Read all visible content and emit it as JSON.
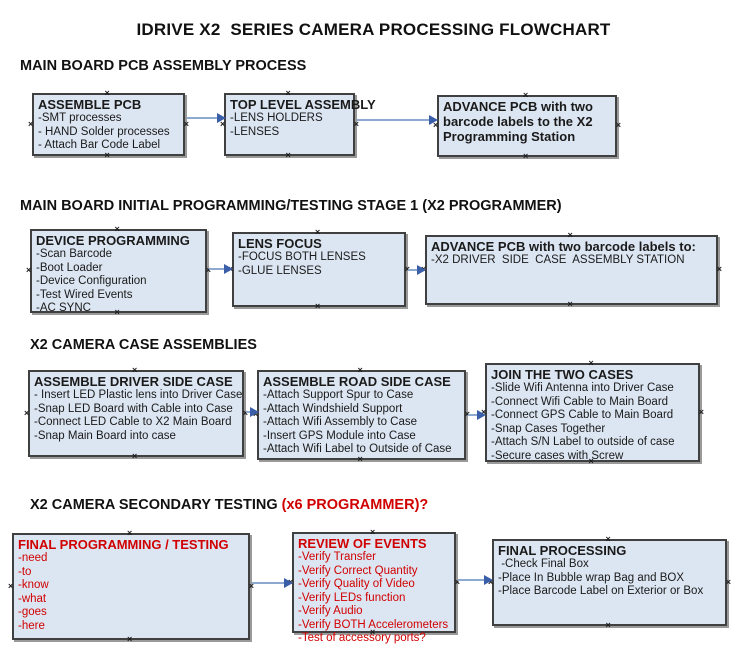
{
  "page_title": "IDRIVE X2  SERIES CAMERA PROCESSING FLOWCHART",
  "icons": {
    "connector_handle_glyph": "×",
    "arrow_icon": "right-arrow"
  },
  "colors": {
    "box_fill": "#dce6f2",
    "box_border": "#404040",
    "arrow_line": "#8ea9cf",
    "arrow_head": "#3b5ea9",
    "red_text": "#d10000",
    "text": "#1a1a1a",
    "background": "#ffffff"
  },
  "sections": [
    {
      "heading": "MAIN BOARD PCB ASSEMBLY PROCESS",
      "boxes": [
        {
          "title": "ASSEMBLE PCB",
          "lines": [
            "-SMT processes",
            "- HAND Solder processes",
            "- Attach Bar Code Label"
          ]
        },
        {
          "title": "TOP LEVEL ASSEMBLY",
          "lines": [
            "-LENS HOLDERS",
            "-LENSES"
          ]
        },
        {
          "title": "ADVANCE PCB with two barcode labels to the  X2 Programming Station",
          "lines": []
        }
      ]
    },
    {
      "heading": "MAIN BOARD INITIAL PROGRAMMING/TESTING STAGE 1 (X2 PROGRAMMER)",
      "boxes": [
        {
          "title": "DEVICE PROGRAMMING",
          "lines": [
            "-Scan Barcode",
            "-Boot Loader",
            "-Device Configuration",
            "-Test Wired Events",
            "-AC SYNC"
          ]
        },
        {
          "title": "LENS FOCUS",
          "lines": [
            "-FOCUS BOTH LENSES",
            "-GLUE LENSES"
          ]
        },
        {
          "title": "ADVANCE PCB with two barcode labels to:",
          "lines": [
            "-X2 DRIVER  SIDE  CASE  ASSEMBLY STATION"
          ]
        }
      ]
    },
    {
      "heading": "X2 CAMERA CASE ASSEMBLIES",
      "boxes": [
        {
          "title": "ASSEMBLE DRIVER SIDE CASE",
          "lines": [
            "- Insert LED Plastic lens into Driver Case",
            "-Snap LED Board with Cable into Case",
            "-Connect LED Cable to X2 Main Board",
            "-Snap Main Board into case"
          ]
        },
        {
          "title": "ASSEMBLE ROAD SIDE CASE",
          "lines": [
            "-Attach Support Spur to Case",
            "-Attach Windshield Support",
            "-Attach Wifi Assembly to Case",
            "-Insert GPS Module into Case",
            "-Attach Wifi Label to Outside of Case"
          ]
        },
        {
          "title": "JOIN THE TWO CASES",
          "lines": [
            "-Slide Wifi Antenna into Driver Case",
            "-Connect Wifi Cable to Main Board",
            "-Connect GPS Cable to Main Board",
            "-Snap Cases Together",
            "-Attach S/N Label to outside of case",
            "-Secure cases with Screw"
          ]
        }
      ]
    },
    {
      "heading": "X2 CAMERA SECONDARY TESTING ",
      "heading_suffix": "(x6 PROGRAMMER)?",
      "boxes": [
        {
          "title": "FINAL PROGRAMMING / TESTING",
          "lines": [
            "-need",
            "-to",
            "-know",
            "-what",
            "-goes",
            "-here"
          ]
        },
        {
          "title": "REVIEW OF EVENTS",
          "lines": [
            "-Verify Transfer",
            "-Verify Correct Quantity",
            "-Verify Quality of Video",
            "-Verify LEDs function",
            "-Verify Audio",
            "-Verify BOTH Accelerometers",
            "-Test of accessory ports?"
          ]
        },
        {
          "title": "FINAL PROCESSING",
          "lines": [
            " -Check Final Box",
            "-Place In Bubble wrap Bag and BOX",
            "-Place Barcode Label on Exterior or Box"
          ]
        }
      ]
    }
  ]
}
